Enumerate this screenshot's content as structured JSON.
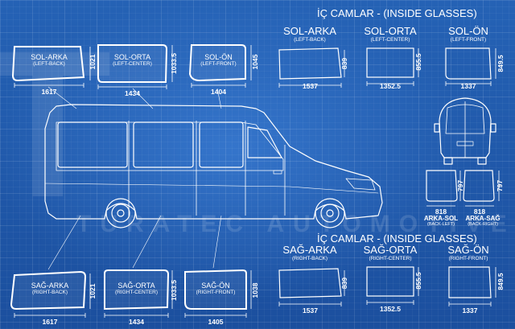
{
  "watermark": {
    "letter": "T",
    "text": "TURATEC AUTOMOTIVE"
  },
  "inside_top": {
    "title": "İÇ CAMLAR - (INSIDE GLASSES)"
  },
  "inside_bottom": {
    "title": "İÇ CAMLAR - (INSIDE GLASSES)"
  },
  "outer_top": [
    {
      "title": "SOL-ARKA",
      "sub": "(LEFT-BACK)",
      "width": "1617",
      "height": "1021"
    },
    {
      "title": "SOL-ORTA",
      "sub": "(LEFT-CENTER)",
      "width": "1434",
      "height": "1033.5"
    },
    {
      "title": "SOL-ÖN",
      "sub": "(LEFT-FRONT)",
      "width": "1404",
      "height": "1045"
    }
  ],
  "outer_bottom": [
    {
      "title": "SAĞ-ARKA",
      "sub": "(RIGHT-BACK)",
      "width": "1617",
      "height": "1021"
    },
    {
      "title": "SAĞ-ORTA",
      "sub": "(RIGHT-CENTER)",
      "width": "1434",
      "height": "1033.5"
    },
    {
      "title": "SAĞ-ÖN",
      "sub": "(RIGHT-FRONT)",
      "width": "1405",
      "height": "1038"
    }
  ],
  "inner_top": [
    {
      "title": "SOL-ARKA",
      "sub": "(LEFT-BACK)",
      "width": "1537",
      "height": "839"
    },
    {
      "title": "SOL-ORTA",
      "sub": "(LEFT-CENTER)",
      "width": "1352.5",
      "height": "855.5"
    },
    {
      "title": "SOL-ÖN",
      "sub": "(LEFT-FRONT)",
      "width": "1337",
      "height": "849.5"
    }
  ],
  "inner_bottom": [
    {
      "title": "SAĞ-ARKA",
      "sub": "(RIGHT-BACK)",
      "width": "1537",
      "height": "839"
    },
    {
      "title": "SAĞ-ORTA",
      "sub": "(RIGHT-CENTER)",
      "width": "1352.5",
      "height": "855.5"
    },
    {
      "title": "SAĞ-ÖN",
      "sub": "(RIGHT-FRONT)",
      "width": "1337",
      "height": "849.5"
    }
  ],
  "back": [
    {
      "title": "ARKA-SOL",
      "sub": "(BACK-LEFT)",
      "width": "818",
      "height": "797"
    },
    {
      "title": "ARKA-SAĞ",
      "sub": "(BACK-RIGHT)",
      "width": "818",
      "height": "797"
    }
  ],
  "colors": {
    "background": "#1f56a6",
    "line": "#ffffff"
  }
}
